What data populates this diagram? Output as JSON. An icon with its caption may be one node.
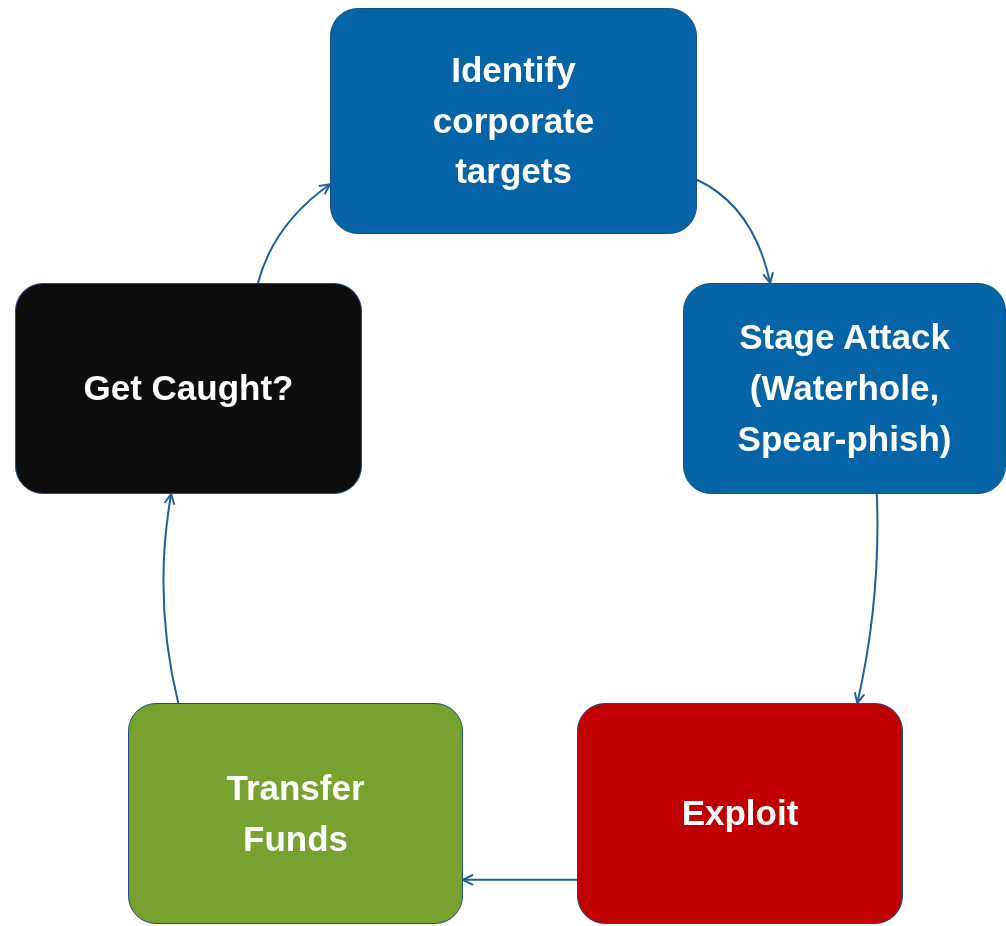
{
  "diagram": {
    "nodes": [
      {
        "text": [
          "Identify corporate targets"
        ]
      },
      {
        "text": [
          "Stage Attack (Waterhole, Spear-phish)"
        ]
      },
      {
        "text": [
          "Exploit"
        ]
      },
      {
        "text": [
          "Transfer Funds"
        ]
      },
      {
        "text": [
          "Get Caught?"
        ]
      }
    ],
    "edges": [
      {
        "from": 0,
        "to": 1,
        "arrow": "to"
      },
      {
        "from": 1,
        "to": 2,
        "arrow": "to"
      },
      {
        "from": 2,
        "to": 3,
        "arrow": "to"
      },
      {
        "from": 3,
        "to": 4,
        "arrow": "to"
      },
      {
        "from": 4,
        "to": 0,
        "arrow": "to"
      }
    ]
  }
}
